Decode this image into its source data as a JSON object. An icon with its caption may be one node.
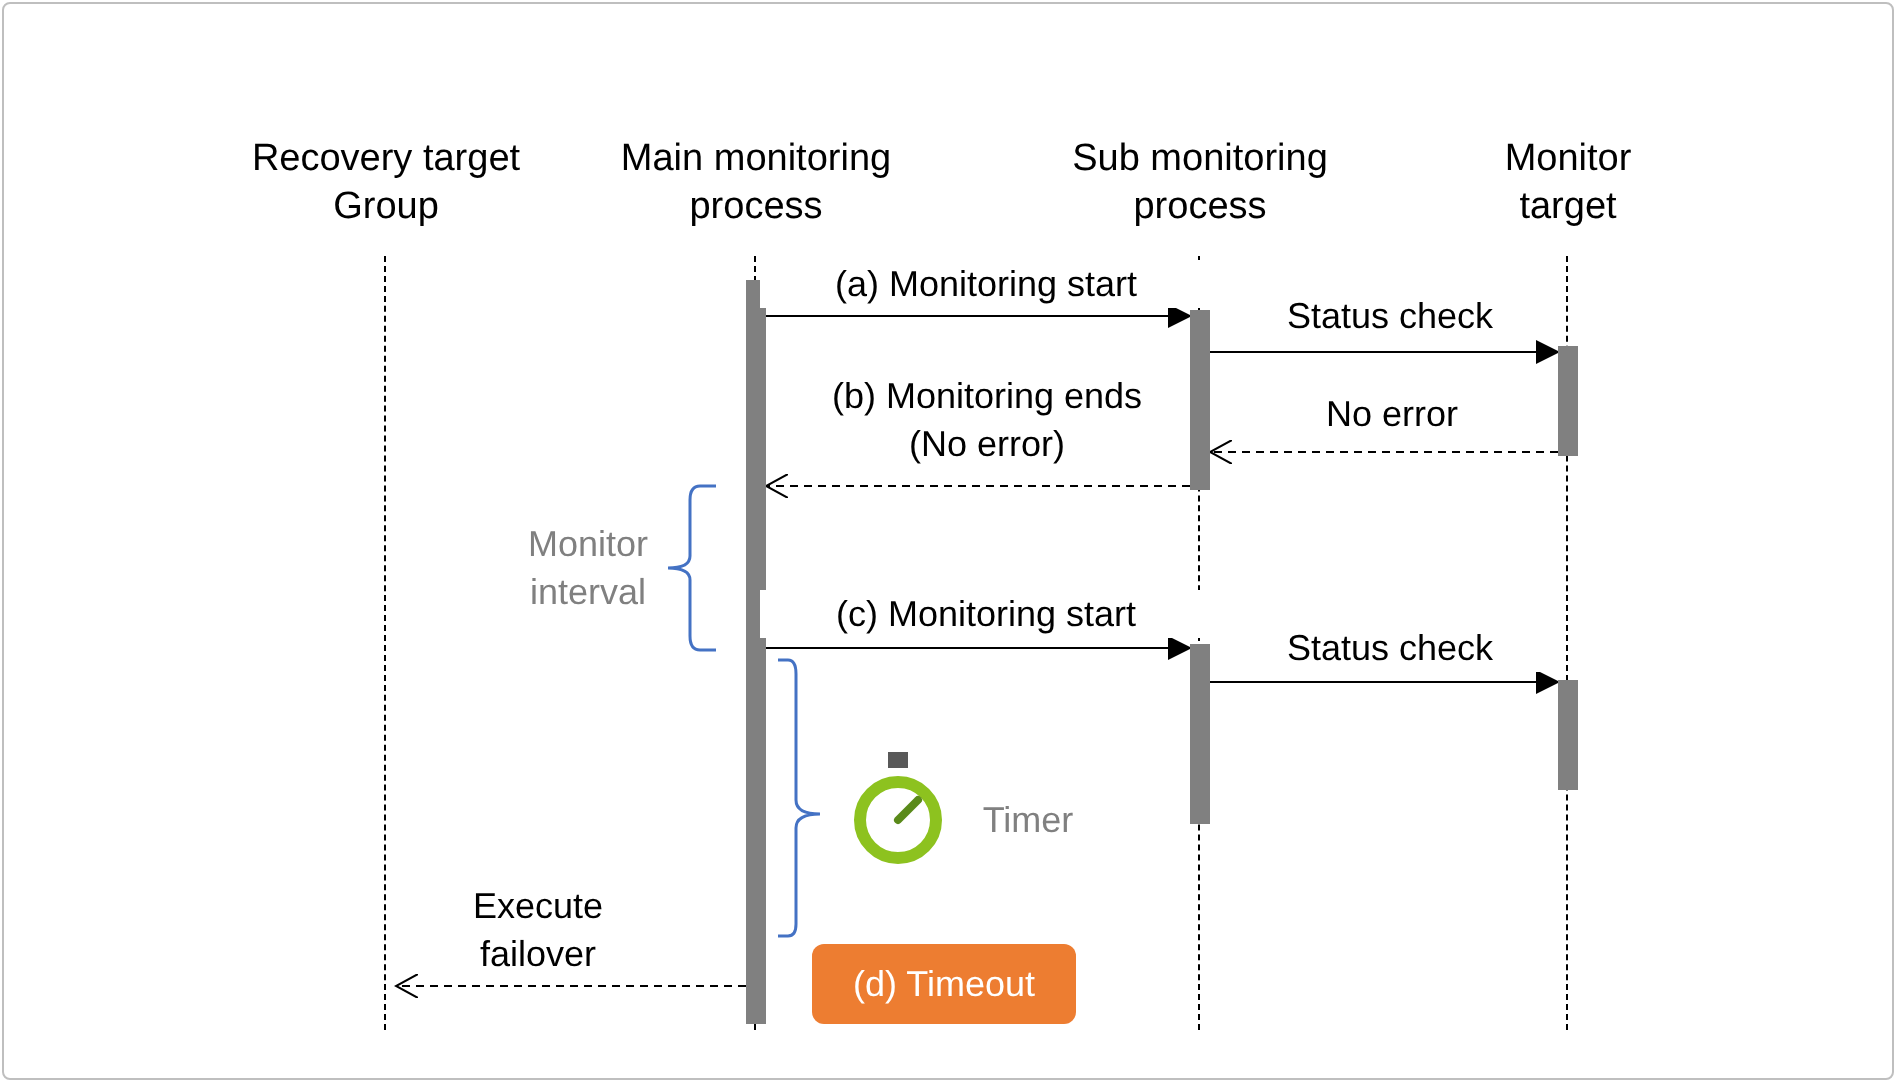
{
  "diagram": {
    "nodes": [
      {
        "text": [
          "Recovery target Group"
        ]
      },
      {
        "text": [
          "Main monitoring process"
        ]
      },
      {
        "text": [
          "Sub monitoring process"
        ]
      },
      {
        "text": [
          "Monitor target"
        ]
      },
      {
        "text": [
          "(d) Timeout"
        ]
      }
    ],
    "edges": [
      {
        "from": 1,
        "to": 2,
        "arrow": "to",
        "label": "(a) Monitoring start"
      },
      {
        "from": 2,
        "to": 3,
        "arrow": "to",
        "label": "Status check"
      },
      {
        "from": 3,
        "to": 2,
        "arrow": "to",
        "label": "No error",
        "style": "dashed"
      },
      {
        "from": 2,
        "to": 1,
        "arrow": "to",
        "label": "(b) Monitoring ends (No error)",
        "style": "dashed"
      },
      {
        "from": 1,
        "to": 2,
        "arrow": "to",
        "label": "(c) Monitoring start"
      },
      {
        "from": 2,
        "to": 3,
        "arrow": "to",
        "label": "Status check"
      },
      {
        "from": 1,
        "to": 0,
        "arrow": "to",
        "label": "Execute failover",
        "style": "dashed"
      }
    ],
    "labels": [
      "Monitor interval",
      "Timer"
    ]
  }
}
